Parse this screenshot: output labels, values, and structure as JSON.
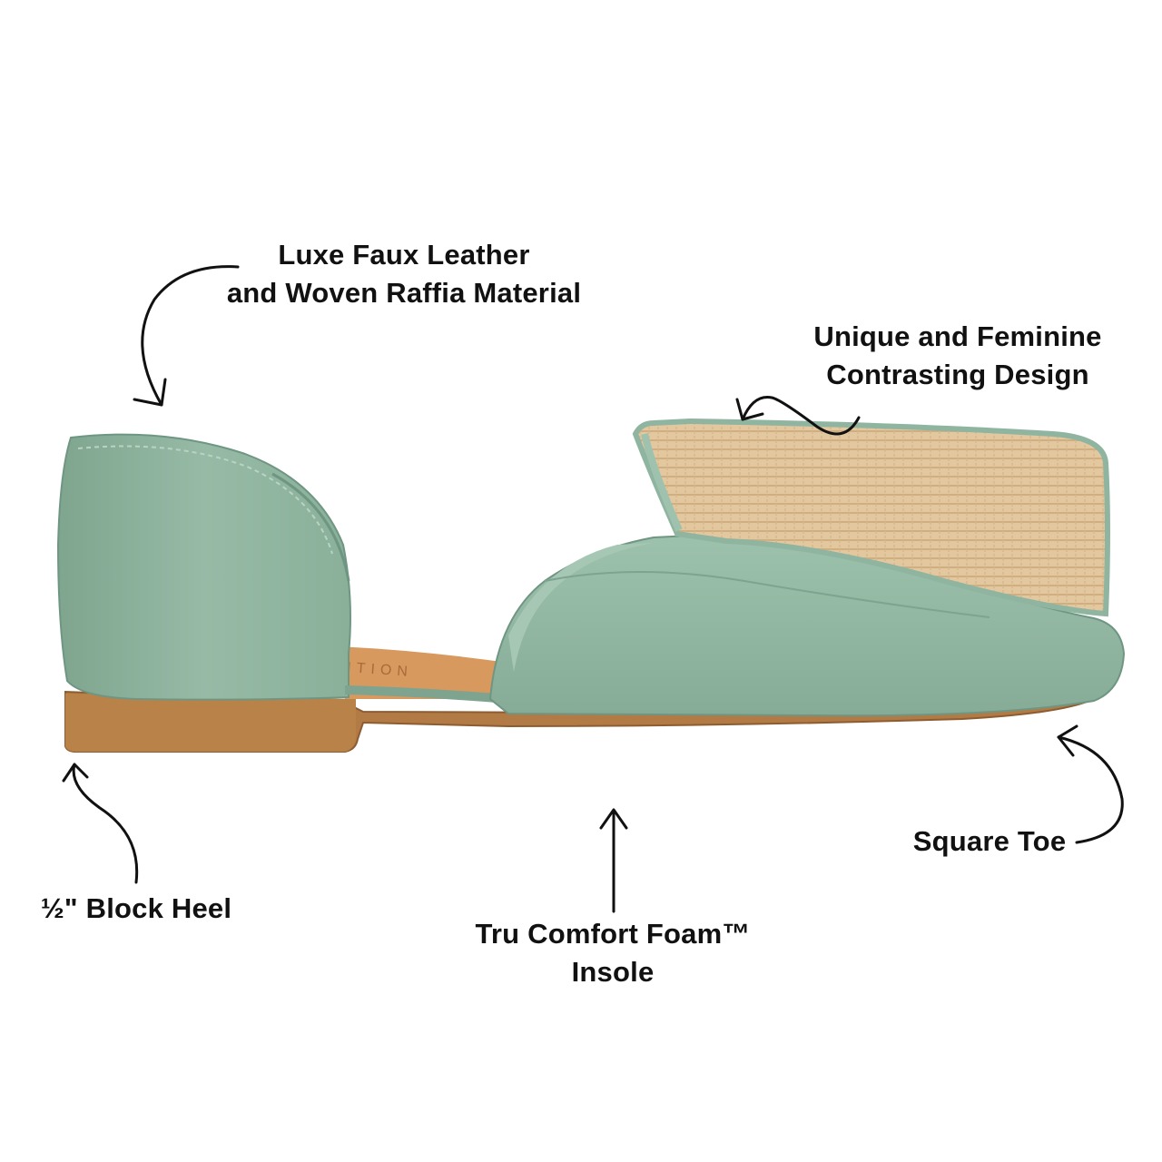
{
  "colors": {
    "background": "#ffffff",
    "shoe_leather": "#8fb5a0",
    "shoe_leather_shadow": "#769c88",
    "raffia": "#e0c49a",
    "sole": "#b07a45",
    "insole_tan": "#d99a63",
    "text": "#111111"
  },
  "callouts": {
    "material": {
      "line1": "Luxe Faux Leather",
      "line2": "and Woven Raffia Material"
    },
    "design": {
      "line1": "Unique and Feminine",
      "line2": "Contrasting Design"
    },
    "toe": {
      "line1": "Square Toe"
    },
    "heel": {
      "line1": "½\" Block Heel"
    },
    "insole": {
      "line1": "Tru Comfort Foam™",
      "line2": "Insole"
    }
  },
  "icons": {
    "arrows": [
      "curved-arrow-icon",
      "curved-arrow-icon",
      "curved-arrow-icon",
      "curved-arrow-icon",
      "straight-arrow-icon"
    ]
  }
}
